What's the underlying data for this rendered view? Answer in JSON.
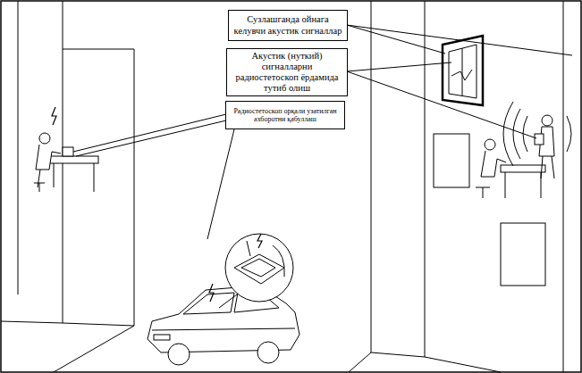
{
  "diagram": {
    "nodes": [
      {
        "text": [
          "Сузлашганда ойнага келувчи акустик сигналлар"
        ]
      },
      {
        "text": [
          "Акустик (нуткий) сигналларни радиостетоскоп ёрдамида тутиб олиш"
        ]
      },
      {
        "text": [
          "Радиостетоскоп орқали узатилган ахборотни қабуллаш"
        ]
      }
    ]
  }
}
